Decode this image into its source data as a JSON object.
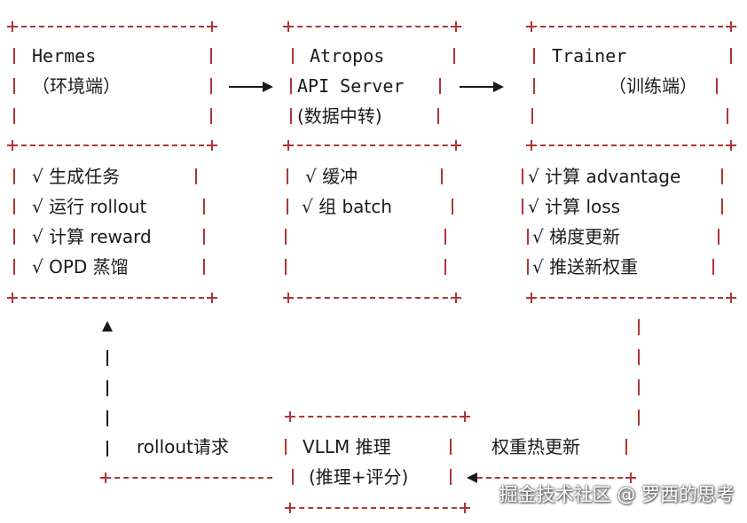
{
  "hermes": {
    "title": "Hermes",
    "subtitle": "（环境端）",
    "items": [
      "√ 生成任务",
      "√ 运行 rollout",
      "√ 计算 reward",
      "√ OPD 蒸馏"
    ]
  },
  "atropos": {
    "title": "Atropos",
    "subtitle1": "API Server",
    "subtitle2": "(数据中转)",
    "items": [
      "√ 缓冲",
      "√ 组 batch"
    ]
  },
  "trainer": {
    "title": "Trainer",
    "subtitle": "（训练端）",
    "items": [
      "√ 计算 advantage",
      "√ 计算 loss",
      "√ 梯度更新",
      "√ 推送新权重"
    ]
  },
  "vllm": {
    "title": "VLLM 推理",
    "subtitle": "(推理+评分)"
  },
  "edges": {
    "rollout_request": "rollout请求",
    "weight_update": "权重热更新"
  },
  "watermark": "掘金技术社区 @ 罗西的思考",
  "colors": {
    "border": "#b03535",
    "text": "#1a1a1a"
  }
}
